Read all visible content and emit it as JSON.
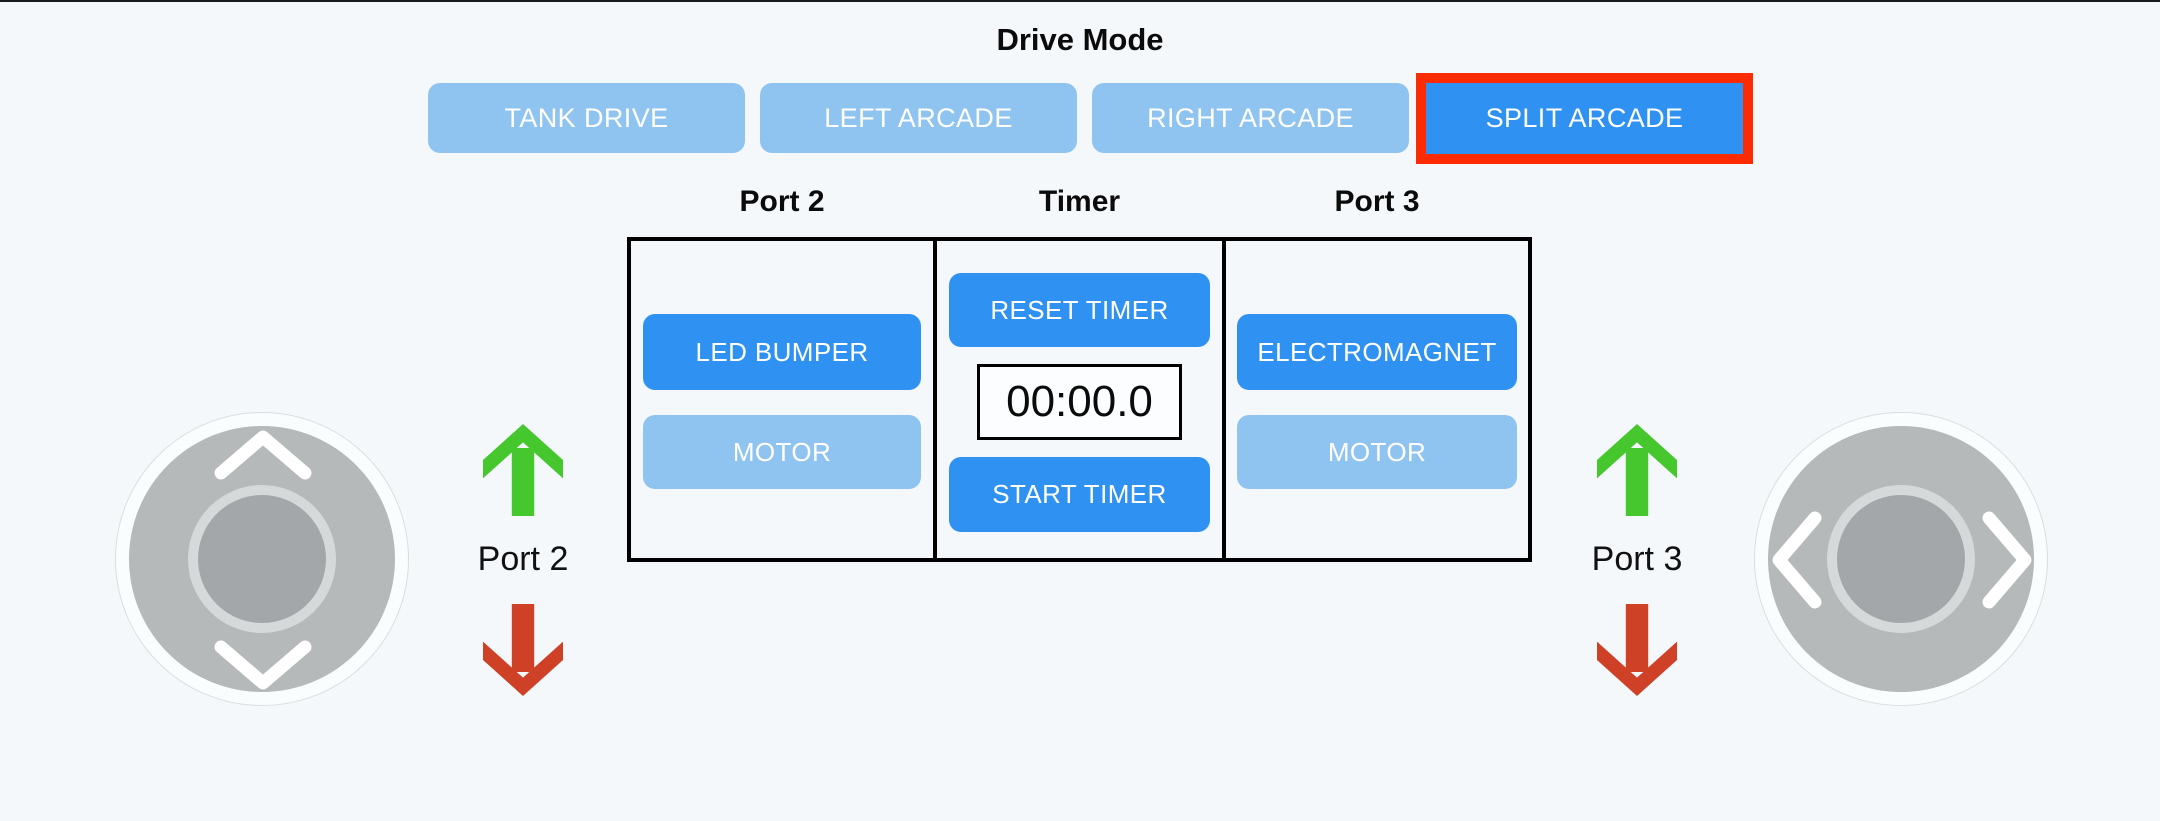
{
  "title": "Drive Mode",
  "colors": {
    "bg": "#f4f8fa",
    "accent-blue": "#2f92f2",
    "light-blue": "#90c4f0",
    "select-red": "#fb2c03",
    "green-arrow": "#46c72e",
    "red-arrow": "#cf4127"
  },
  "drive_modes": [
    {
      "label": "TANK DRIVE",
      "selected": false
    },
    {
      "label": "LEFT ARCADE",
      "selected": false
    },
    {
      "label": "RIGHT ARCADE",
      "selected": false
    },
    {
      "label": "SPLIT ARCADE",
      "selected": true
    }
  ],
  "ports_panel": {
    "port2": {
      "header": "Port 2",
      "device_button": "LED BUMPER",
      "motor_button": "MOTOR"
    },
    "timer": {
      "header": "Timer",
      "reset_button": "RESET TIMER",
      "display": "00:00.0",
      "start_button": "START TIMER"
    },
    "port3": {
      "header": "Port 3",
      "device_button": "ELECTROMAGNET",
      "motor_button": "MOTOR"
    }
  },
  "left_control": {
    "port_label": "Port 2",
    "joystick_axis": "vertical"
  },
  "right_control": {
    "port_label": "Port 3",
    "joystick_axis": "horizontal"
  }
}
